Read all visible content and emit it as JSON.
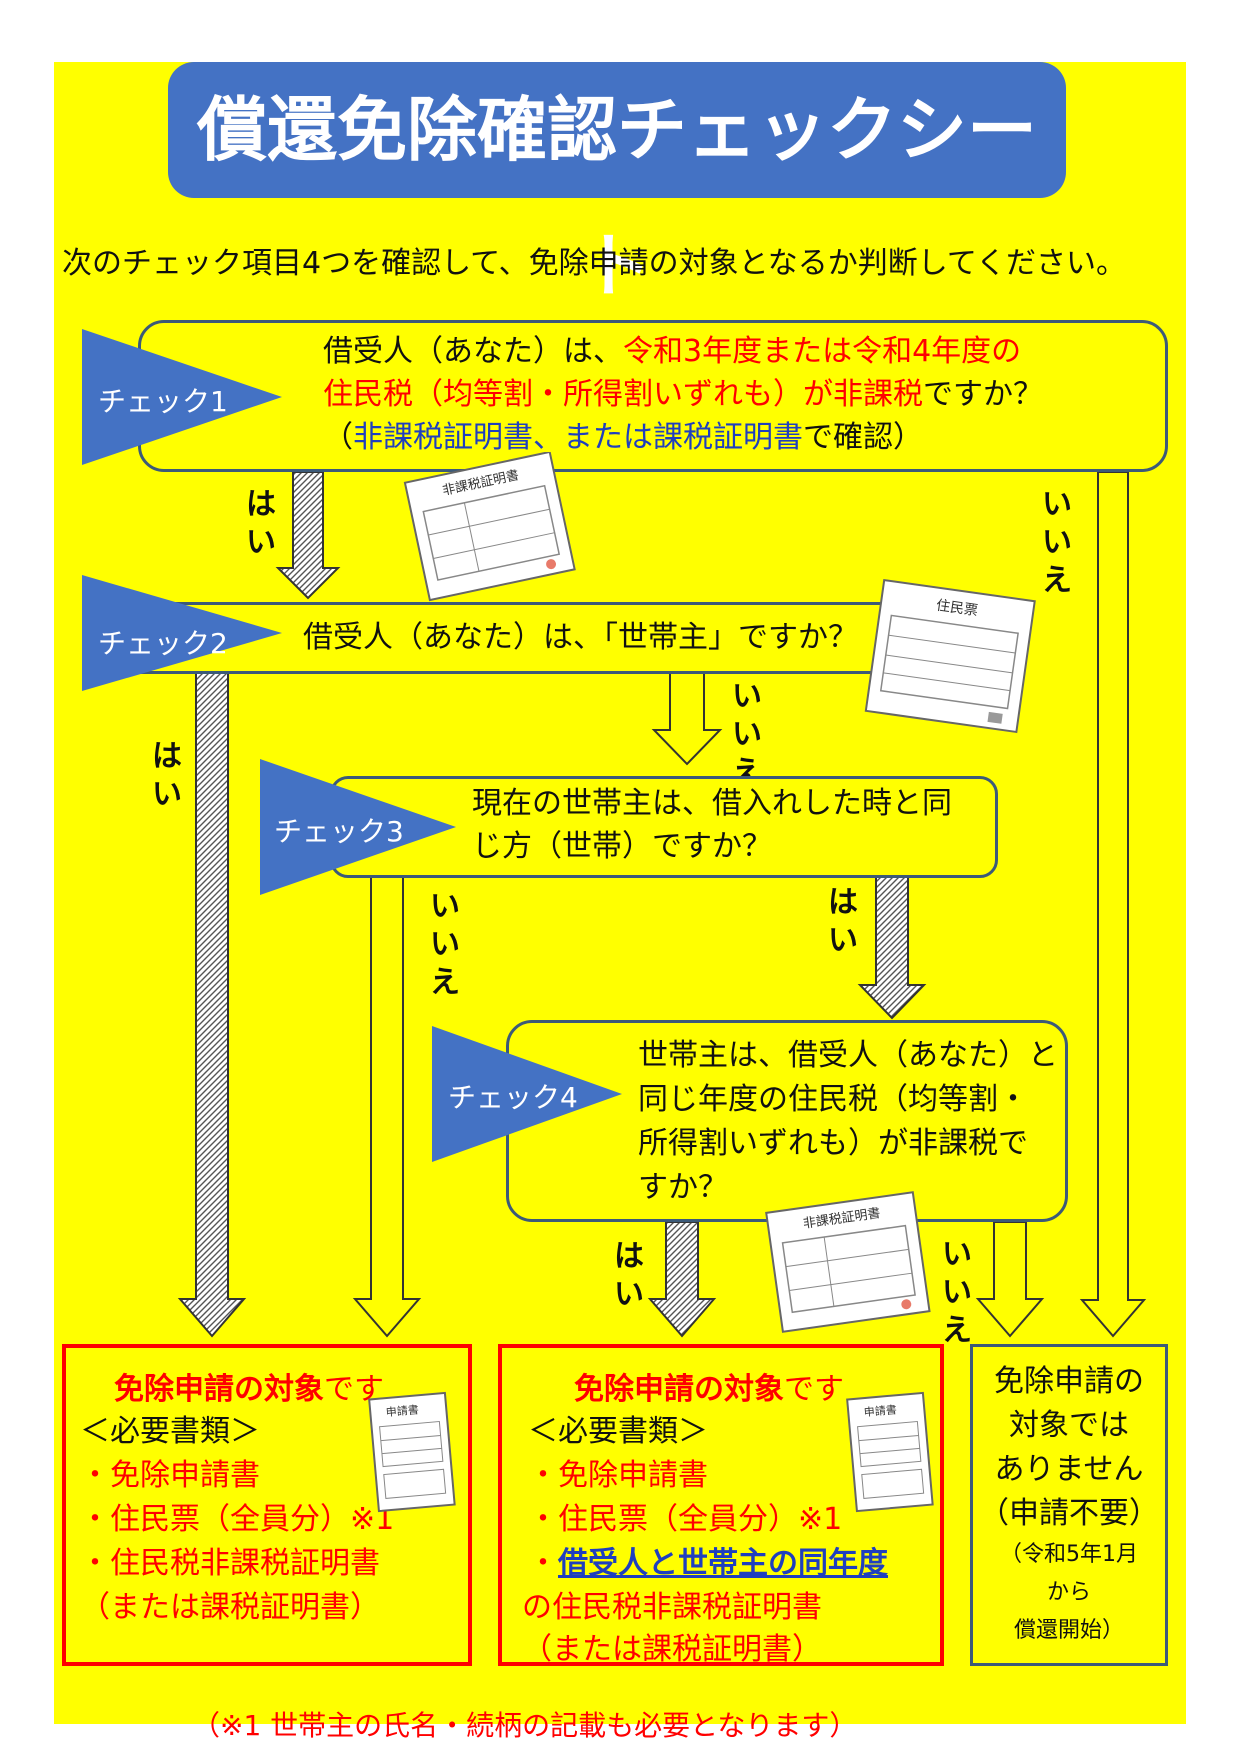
{
  "title": "償還免除確認チェックシート",
  "intro": "次のチェック項目4つを確認して、免除申請の対象となるか判断してください。",
  "checks": [
    {
      "label": "チェック1",
      "line1_a": "借受人（あなた）は、",
      "line1_b": "令和3年度または令和4年度の",
      "line2_a": "住民税（均等割・所得割いずれも）が非課税",
      "line2_b": "ですか？",
      "line3_a": "（",
      "line3_b": "非課税証明書、または課税証明書",
      "line3_c": "で確認）"
    },
    {
      "label": "チェック2",
      "text": "借受人（あなた）は、「世帯主」ですか？"
    },
    {
      "label": "チェック3",
      "line1": "現在の世帯主は、借入れした時と同",
      "line2": "じ方（世帯）ですか？"
    },
    {
      "label": "チェック4",
      "line1": "世帯主は、借受人（あなた）と",
      "line2": "同じ年度の住民税（均等割・",
      "line3": "所得割いずれも）が非課税で",
      "line4": "すか？"
    }
  ],
  "answers": {
    "yes": [
      "は",
      "い"
    ],
    "no": [
      "い",
      "い",
      "え"
    ]
  },
  "documents": {
    "tax_cert": "非課税証明書",
    "resident": "住民票",
    "application": "申請書"
  },
  "result1": {
    "heading_a": "免除申請の対象",
    "heading_b": "です",
    "docs_heading": "＜必要書類＞",
    "item1": "・免除申請書",
    "item2": "・住民票（全員分）※1",
    "item3": "・住民税非課税証明書",
    "item4": "（または課税証明書）"
  },
  "result2": {
    "heading_a": "免除申請の対象",
    "heading_b": "です",
    "docs_heading": "＜必要書類＞",
    "item1": "・免除申請書",
    "item2": "・住民票（全員分）※1",
    "item3_a": "・",
    "item3_b": "借受人と世帯主の同年度",
    "item4": "の住民税非課税証明書",
    "item5": "（または課税証明書）"
  },
  "result3": {
    "line1": "免除申請の",
    "line2": "対象では",
    "line3": "ありません",
    "line4": "（申請不要）",
    "line5": "（令和5年1月",
    "line6": "から",
    "line7": "償還開始）"
  },
  "footnote": "（※1 世帯主の氏名・続柄の記載も必要となります）"
}
